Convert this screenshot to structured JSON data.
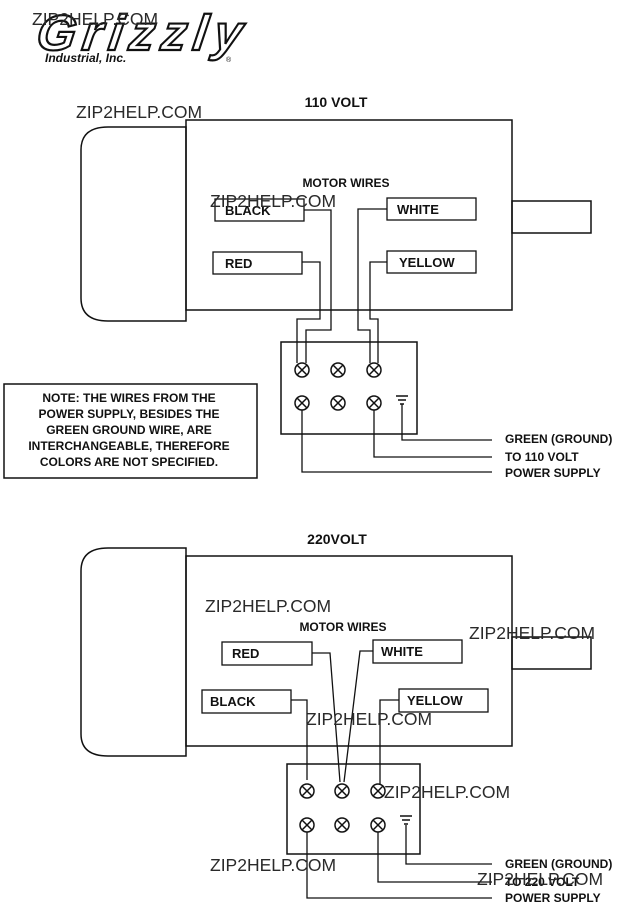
{
  "logo": {
    "brand": "Grizzly",
    "subtitle": "Industrial, Inc."
  },
  "watermark": "ZIP2HELP.COM",
  "diagram_110": {
    "title": "110 VOLT",
    "motor_wires_label": "MOTOR WIRES",
    "wires": {
      "black": "BLACK",
      "white": "WHITE",
      "red": "RED",
      "yellow": "YELLOW"
    },
    "supply": {
      "ground": "GREEN (GROUND)",
      "voltage": "TO 110 VOLT",
      "power": "POWER SUPPLY"
    }
  },
  "note": {
    "lines": [
      "NOTE: THE  WIRES FROM THE",
      "POWER SUPPLY, BESIDES THE",
      "GREEN GROUND WIRE, ARE",
      "INTERCHANGEABLE, THEREFORE",
      "COLORS ARE NOT SPECIFIED."
    ]
  },
  "diagram_220": {
    "title": "220VOLT",
    "motor_wires_label": "MOTOR WIRES",
    "wires": {
      "red": "RED",
      "white": "WHITE",
      "black": "BLACK",
      "yellow": "YELLOW"
    },
    "supply": {
      "ground": "GREEN (GROUND)",
      "voltage": "TO 220 VOLT",
      "power": "POWER SUPPLY"
    }
  }
}
